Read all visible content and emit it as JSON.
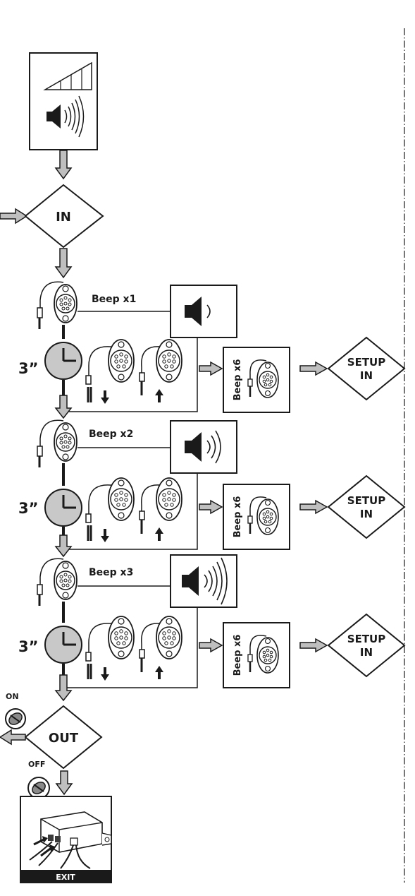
{
  "start": {
    "mode_in": "IN"
  },
  "step_1": {
    "beep_label": "Beep x1",
    "delay": "3”",
    "confirm_beep": "Beep x6",
    "setup_in": [
      "SETUP",
      "IN"
    ]
  },
  "step_2": {
    "beep_label": "Beep x2",
    "delay": "3”",
    "confirm_beep": "Beep x6",
    "setup_in": [
      "SETUP",
      "IN"
    ]
  },
  "step_3": {
    "beep_label": "Beep x3",
    "delay": "3”",
    "confirm_beep": "Beep x6",
    "setup_in": [
      "SETUP",
      "IN"
    ]
  },
  "end": {
    "on_label": "ON",
    "out_label": "OUT",
    "off_label": "OFF",
    "exit_label": "EXIT"
  },
  "icons": {
    "volume_box": "volume-ramp-and-speaker-icon",
    "sensor": "parking-sensor-icon",
    "timer": "clock-icon",
    "speaker": "speaker-icon",
    "control_unit": "control-unit-icon"
  },
  "colors": {
    "line": "#1a1a1a",
    "arrow_fill": "#bfbfbf",
    "timer_face": "#c8c8c8",
    "exit_bar": "#1a1a1a"
  }
}
